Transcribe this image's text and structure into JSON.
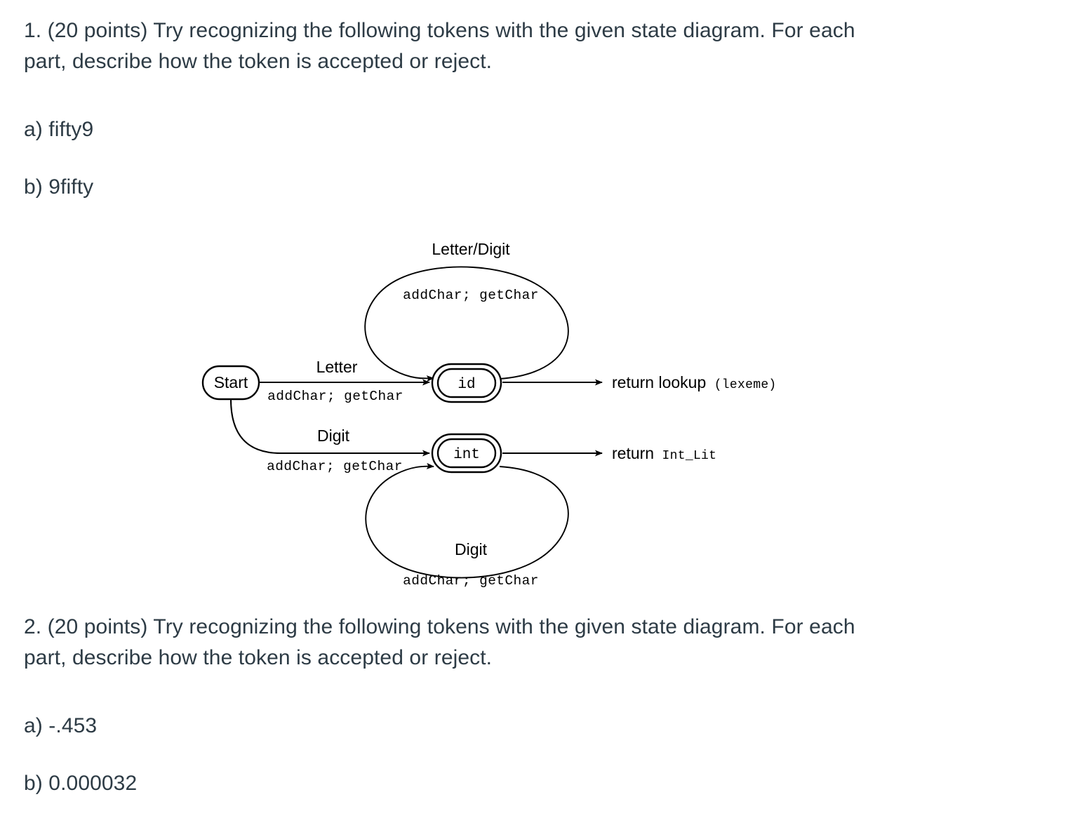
{
  "document": {
    "background_color": "#ffffff",
    "text_color": "#2d3b45"
  },
  "questions": [
    {
      "id": "q1",
      "prompt": "1. (20 points) Try recognizing the following tokens with the given state diagram. For each part, describe how the token is accepted or reject.",
      "parts": [
        {
          "label": "a) fifty9"
        },
        {
          "label": "b) 9fifty"
        }
      ]
    },
    {
      "id": "q2",
      "prompt": "2. (20 points) Try recognizing the following tokens with the given state diagram. For each part, describe how the token is accepted or reject.",
      "parts": [
        {
          "label": "a) -.453"
        },
        {
          "label": "b) 0.000032"
        }
      ]
    }
  ],
  "diagram": {
    "name": "lexical-analyzer-state-diagram",
    "stroke_color": "#000000",
    "fill_color": "#ffffff",
    "states": [
      {
        "key": "start",
        "label": "Start",
        "shape": "stadium",
        "accepting": false
      },
      {
        "key": "id",
        "label": "id",
        "shape": "double-stadium",
        "accepting": true
      },
      {
        "key": "int",
        "label": "int",
        "shape": "double-stadium",
        "accepting": true
      }
    ],
    "transitions": [
      {
        "key": "start-to-id",
        "from": "start",
        "to": "id",
        "condition": "Letter",
        "action": "addChar; getChar"
      },
      {
        "key": "start-to-int",
        "from": "start",
        "to": "int",
        "condition": "Digit",
        "action": "addChar; getChar"
      },
      {
        "key": "id-self-loop",
        "from": "id",
        "to": "id",
        "condition": "Letter/Digit",
        "action": "addChar; getChar"
      },
      {
        "key": "int-self-loop",
        "from": "int",
        "to": "int",
        "condition": "Digit",
        "action": "addChar; getChar"
      }
    ],
    "outputs": [
      {
        "key": "id-return",
        "from": "id",
        "text_plain": "return lookup",
        "text_mono": "(lexeme)"
      },
      {
        "key": "int-return",
        "from": "int",
        "text_plain": "return",
        "text_mono": "Int_Lit"
      }
    ]
  }
}
